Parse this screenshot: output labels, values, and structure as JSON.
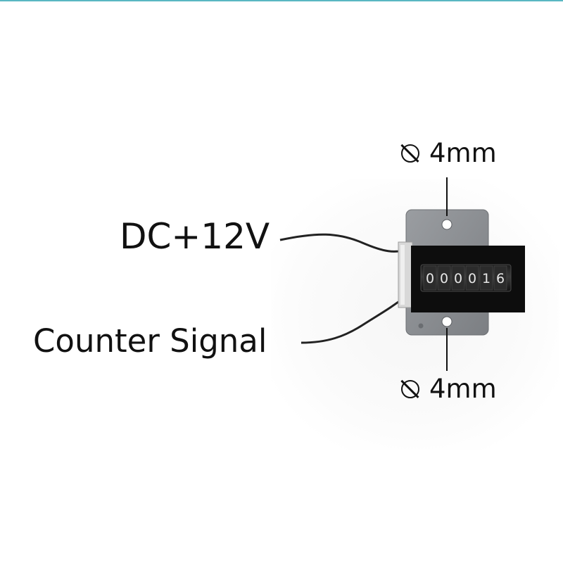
{
  "labels": {
    "power": "DC+12V",
    "signal": "Counter Signal",
    "hole_top": "4mm",
    "hole_bottom": "4mm"
  },
  "icons": {
    "diameter": "diameter-symbol-icon"
  },
  "counter": {
    "digits": [
      "0",
      "0",
      "0",
      "0",
      "1",
      "6"
    ]
  },
  "colors": {
    "accent_rule": "#5ab7c2",
    "plate": "#8a8d91",
    "counter_body": "#0d0d0d",
    "wire": "#222222"
  }
}
